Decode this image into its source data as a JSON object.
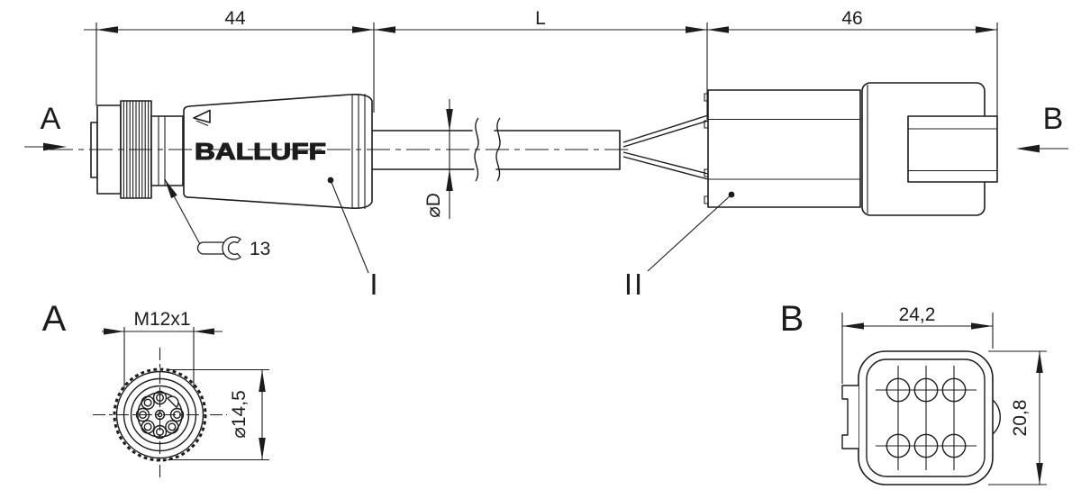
{
  "page": {
    "background": "#ffffff",
    "line_color": "#1c1c1c"
  },
  "brand": "BALLUFF",
  "views": {
    "side": {
      "arrow_a": "A",
      "arrow_b": "B",
      "ref_connector_a": "I",
      "ref_connector_b": "II"
    },
    "front_a": {
      "label": "A"
    },
    "front_b": {
      "label": "B"
    }
  },
  "dimensions": {
    "connector_a_length": "44",
    "cable_length": "L",
    "connector_b_length": "46",
    "cable_diameter": "⌀D",
    "wrench_size": "13",
    "thread": "M12x1",
    "connector_a_diameter": "⌀14,5",
    "connector_b_width": "24,2",
    "connector_b_height": "20,8"
  }
}
